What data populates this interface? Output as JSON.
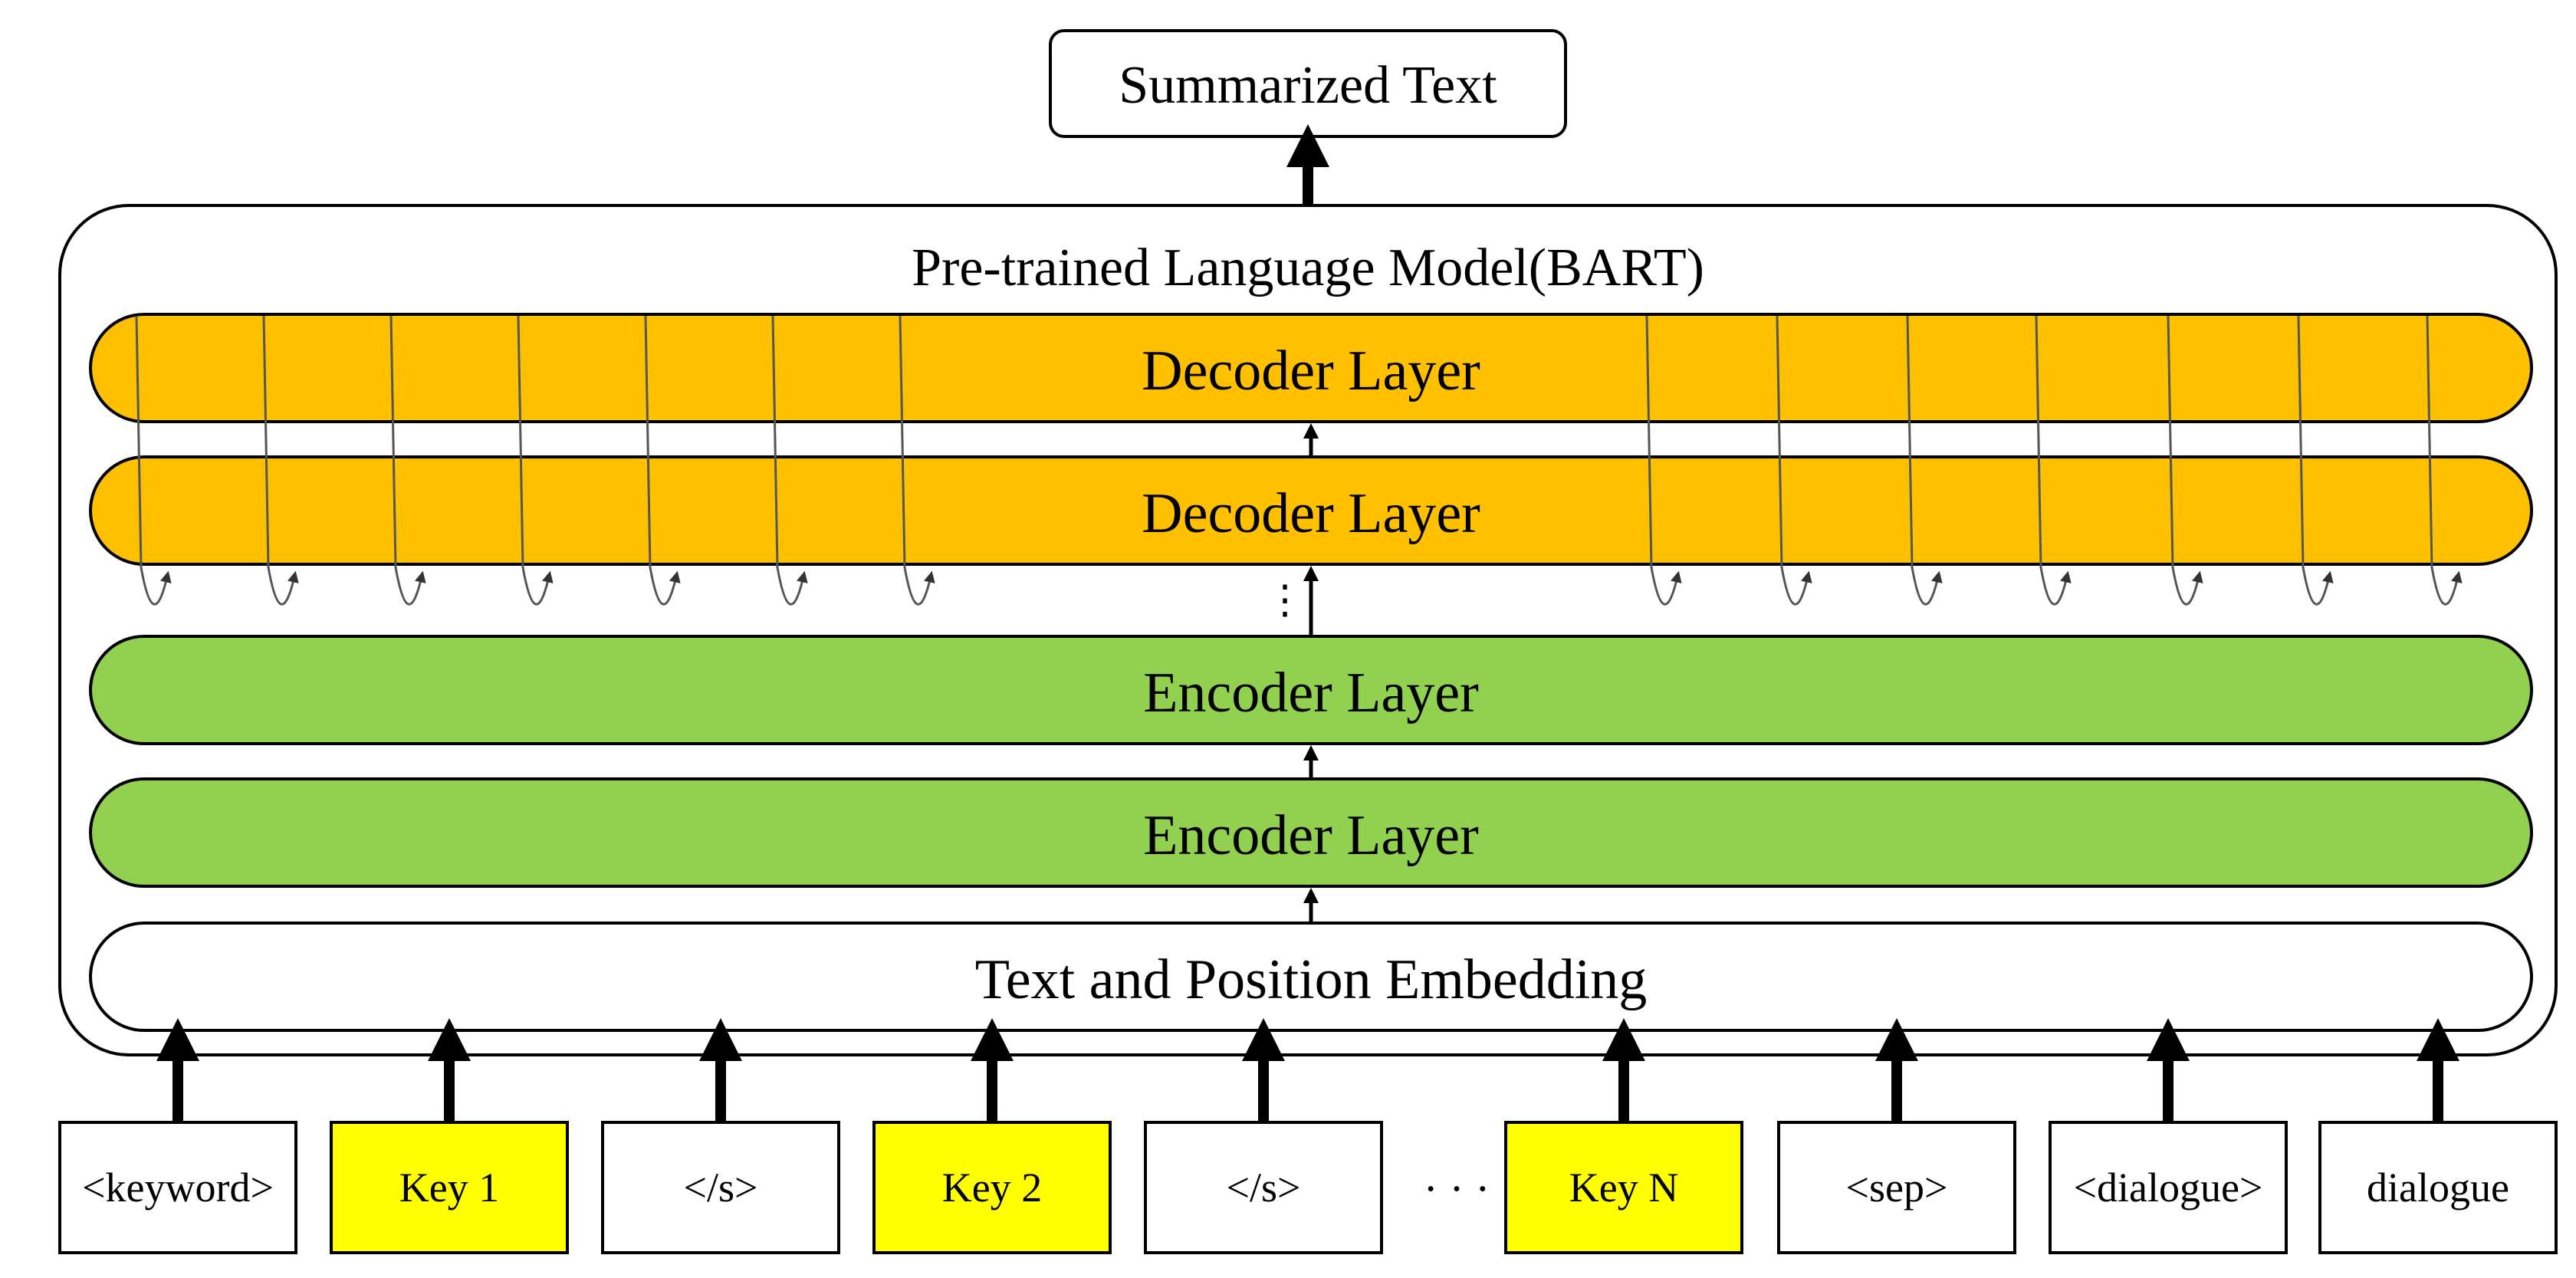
{
  "output": {
    "label": "Summarized Text"
  },
  "model": {
    "title": "Pre-trained Language Model(BART)",
    "layers": [
      {
        "label": "Decoder Layer",
        "kind": "decoder"
      },
      {
        "label": "Decoder Layer",
        "kind": "decoder"
      },
      {
        "label": "Encoder Layer",
        "kind": "encoder"
      },
      {
        "label": "Encoder Layer",
        "kind": "encoder"
      }
    ],
    "embedding": {
      "label": "Text and Position Embedding"
    },
    "ellipsis": "⋮"
  },
  "tokens": [
    {
      "label": "<keyword>",
      "highlight": false
    },
    {
      "label": "Key 1",
      "highlight": true
    },
    {
      "label": "</s>",
      "highlight": false
    },
    {
      "label": "Key 2",
      "highlight": true
    },
    {
      "label": "</s>",
      "highlight": false
    },
    {
      "label": "Key N",
      "highlight": true
    },
    {
      "label": "<sep>",
      "highlight": false
    },
    {
      "label": "<dialogue>",
      "highlight": false
    },
    {
      "label": "dialogue",
      "highlight": false
    }
  ],
  "tokens_ellipsis": "· · ·",
  "colors": {
    "decoder": "#FFC000",
    "encoder": "#92D050",
    "key_highlight": "#FFFF00",
    "stroke": "#000000",
    "background": "#FFFFFF"
  }
}
